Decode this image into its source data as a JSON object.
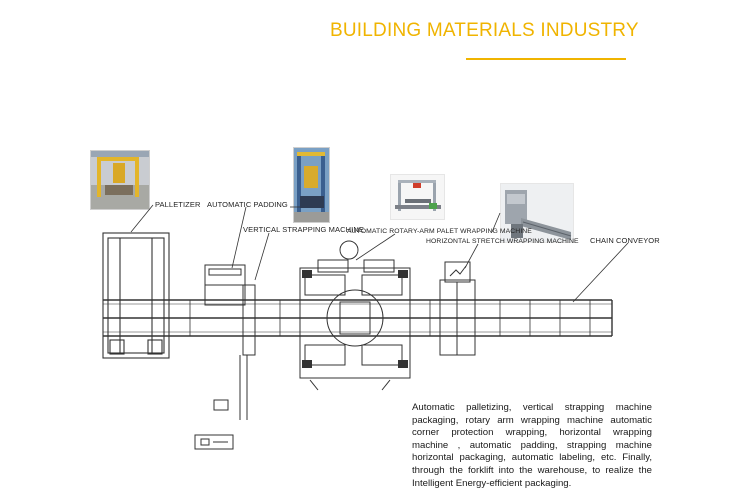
{
  "header": {
    "title": "BUILDING MATERIALS INDUSTRY",
    "accent_color": "#f0b400"
  },
  "labels": {
    "palletizer": "PALLETIZER",
    "automatic_padding": "AUTOMATIC PADDING",
    "vertical_strapping": "VERTICAL STRAPPING MACHINE",
    "rotary_arm": "AUTOMATIC ROTARY-ARM PALET WRAPPING MACHINE",
    "horizontal_stretch": "HORIZONTAL STRETCH WRAPPING MACHINE",
    "chain_conveyor": "CHAIN CONVEYOR"
  },
  "description": "Automatic palletizing, vertical strapping machine packaging, rotary arm wrapping machine automatic corner protection wrapping, horizontal wrapping machine , automatic padding, strapping machine horizontal packaging, automatic labeling, etc. Finally, through the forklift into the warehouse, to realize the Intelligent Energy-efficient packaging.",
  "photos": [
    {
      "name": "palletizer-photo",
      "icon": "palletizer-machine-image"
    },
    {
      "name": "automatic-padding-photo",
      "icon": "padding-machine-image"
    },
    {
      "name": "rotary-arm-photo",
      "icon": "rotary-arm-wrapper-image"
    },
    {
      "name": "horizontal-stretch-photo",
      "icon": "horizontal-wrapper-image"
    }
  ]
}
